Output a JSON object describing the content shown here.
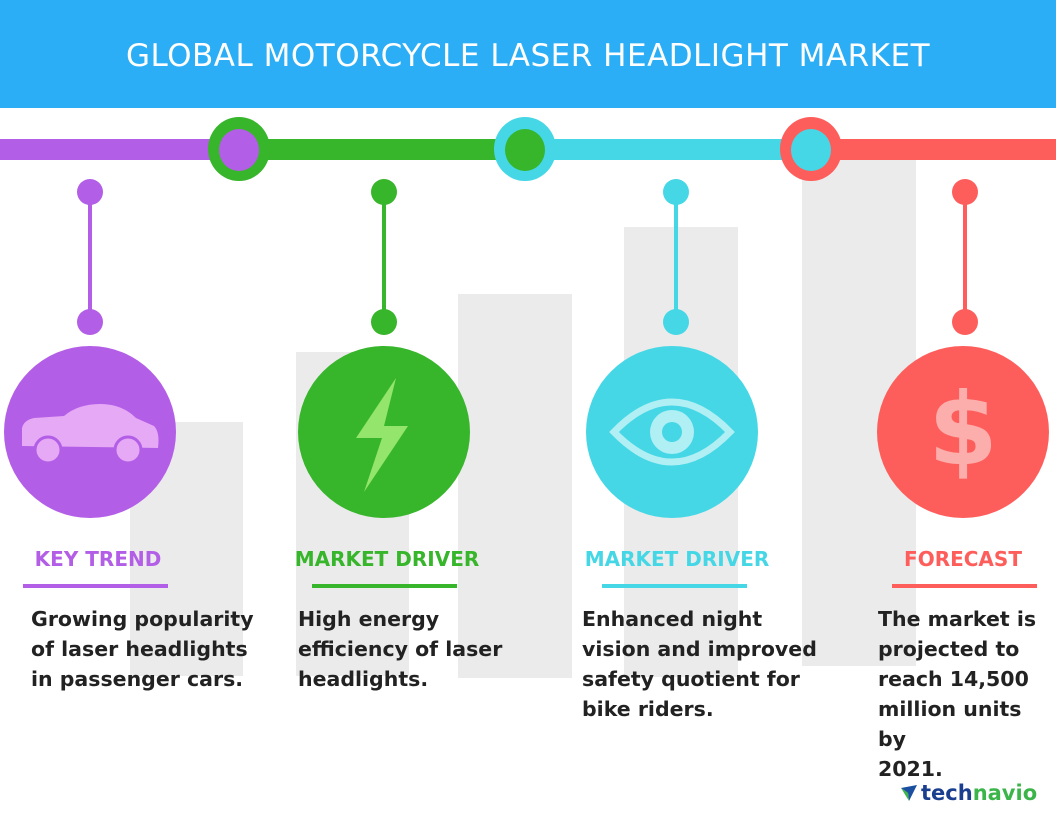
{
  "title": "GLOBAL MOTORCYCLE LASER HEADLIGHT MARKET",
  "colors": {
    "header": "#2baef6",
    "purple": "#b35ee6",
    "green": "#37b52b",
    "cyan": "#45d7e5",
    "red": "#fe5e5b"
  },
  "columns": [
    {
      "label": "KEY TREND",
      "text": [
        "Growing popularity",
        "of laser headlights",
        "in passenger cars."
      ],
      "icon": "car-icon"
    },
    {
      "label": "MARKET DRIVER",
      "text": [
        "High energy",
        "efficiency of laser",
        "headlights."
      ],
      "icon": "lightning-icon"
    },
    {
      "label": "MARKET DRIVER",
      "text": [
        "Enhanced night",
        "vision and improved",
        "safety quotient for",
        "bike riders."
      ],
      "icon": "eye-icon"
    },
    {
      "label": "FORECAST",
      "text": [
        "The market is",
        "projected to",
        "reach 14,500",
        "million units by",
        "2021."
      ],
      "icon": "dollar-icon"
    }
  ],
  "logo": {
    "part1": "tech",
    "part2": "navio"
  }
}
